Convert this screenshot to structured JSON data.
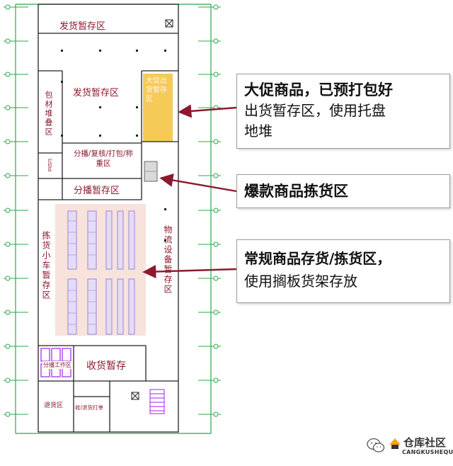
{
  "floorplan": {
    "zones": {
      "ship_staging_top": "发货暂存区",
      "ship_staging_mid": "发货暂存区",
      "packaging_stack": "包材堆叠区",
      "promo_zone": "大促出货暂存区",
      "sort_check": "分播/复核/打包/称重区",
      "small_label": "打印区",
      "sort_staging": "分播暂存区",
      "picking_cart": "拣货小车暂存区",
      "logistics_equipment": "物流设备暂存区",
      "sort_workstation": "分播工作区",
      "receiving_staging": "收货暂存",
      "returns": "退货区",
      "receive_print": "收/退货打单"
    }
  },
  "callouts": {
    "promo": {
      "line1": "大促商品，已预打包好",
      "line2": "出货暂存区，使用托盘",
      "line3": "地堆"
    },
    "hot": {
      "line1": "爆款商品拣货区"
    },
    "regular": {
      "line1": "常规商品存货/拣货区，",
      "line2": "使用搁板货架存放"
    }
  },
  "watermark": {
    "cn": "仓库社区",
    "en": "CANGKUSHEQU"
  },
  "colors": {
    "grid": "#2aa84a",
    "wall": "#222222",
    "zone_text": "#8b1a2f",
    "promo_fill": "#f3c13a",
    "picking_fill": "#f6dfd8",
    "shelf": "#9a86d6",
    "arrow": "#8b1a2f",
    "workstation": "#a020f0"
  }
}
